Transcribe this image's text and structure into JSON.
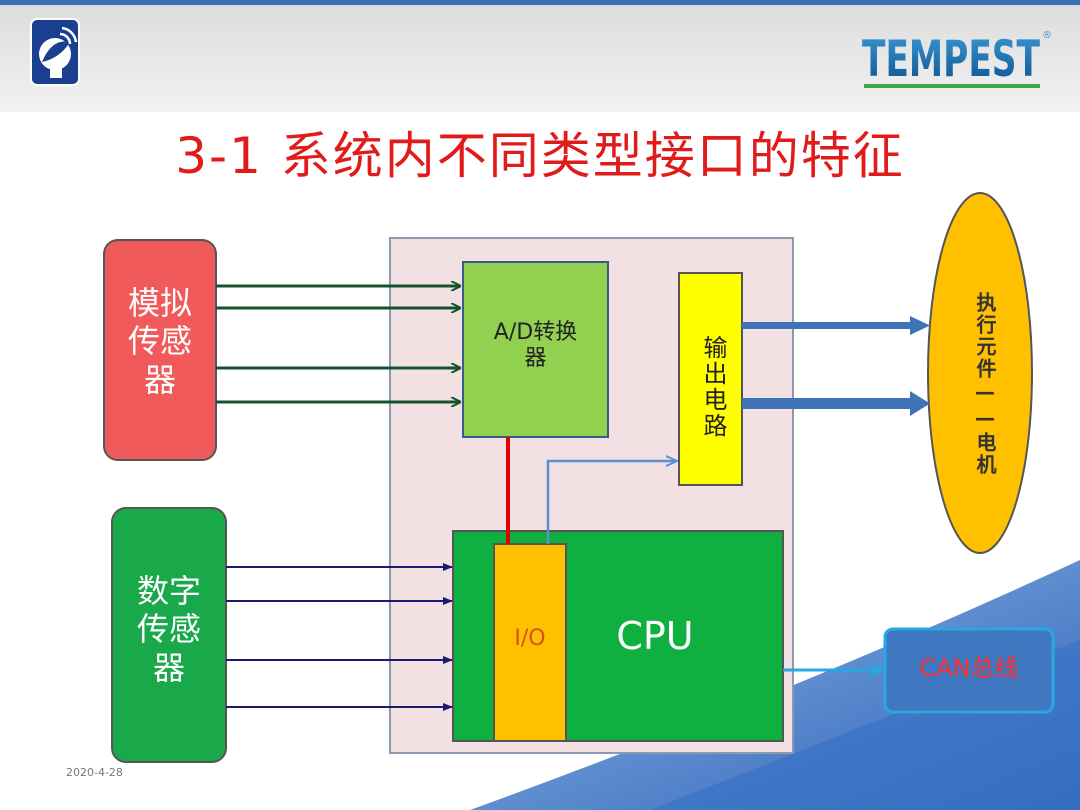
{
  "brand": {
    "name": "TEMPEST",
    "trademark": "®"
  },
  "title": "3-1  系统内不同类型接口的特征",
  "footer": {
    "date": "2020-4-28"
  },
  "blocks": {
    "analog_sensor": "模拟\n传感\n器",
    "digital_sensor": "数字\n传感\n器",
    "ad_converter": "A/D转换\n器",
    "output_circuit": "输出电路",
    "io": "I/O",
    "cpu": "CPU",
    "actuator": "执行元件——电机",
    "can_bus": "CAN总线"
  },
  "colors": {
    "analog_sensor": "#f05a5a",
    "digital_sensor": "#19a84a",
    "ad_converter": "#92d050",
    "output_circuit": "#ffff00",
    "io": "#ffc000",
    "cpu": "#10b040",
    "actuator": "#ffc000",
    "can_bus": "#3f77c0",
    "board": "#f2e0e2",
    "title": "#e11a1a",
    "analog_arrows": "#14532d",
    "digital_arrows": "#1a1a6e"
  },
  "icons": [
    "satellite-dish-logo"
  ]
}
